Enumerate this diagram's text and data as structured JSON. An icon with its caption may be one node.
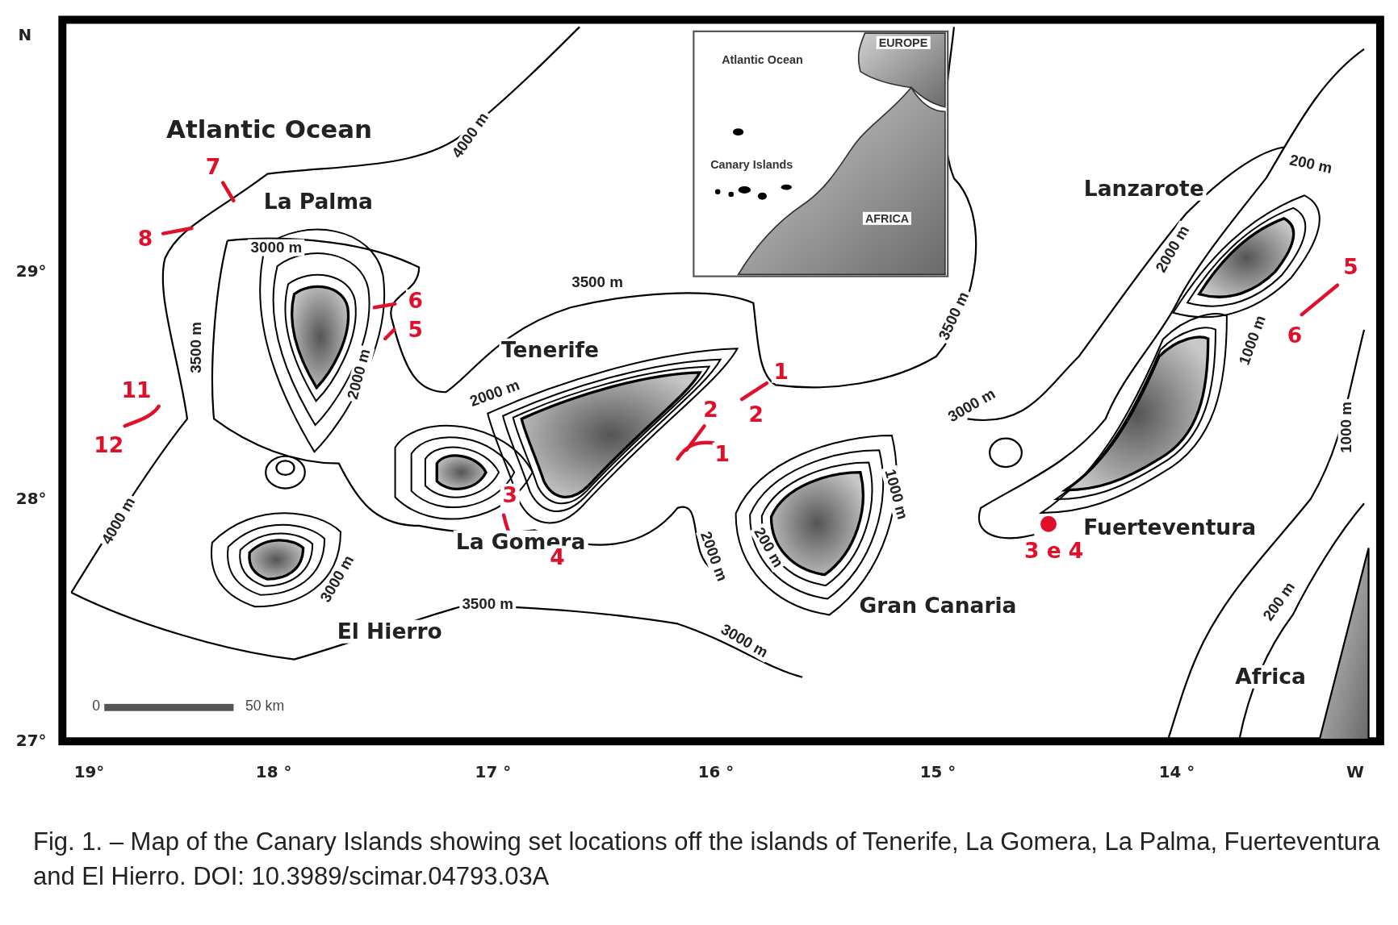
{
  "diagram": {
    "caption": "Fig. 1. – Map of the Canary Islands showing set locations off the islands of Tenerife, La Gomera, La Palma, Fuerteventura and El Hierro. DOI: 10.3989/scimar.04793.03A",
    "labels": [
      "N",
      "Atlantic Ocean",
      "EUROPE",
      "Atlantic Ocean",
      "4000 m",
      "Canary Islands",
      "7",
      "200 m",
      "La Palma",
      "Lanzarote",
      "AFRICA",
      "8",
      "3000 m",
      "2000 m",
      "29°",
      "3500 m",
      "5",
      "6",
      "3500 m",
      "5",
      "1000 m",
      "6",
      "3500 m",
      "Tenerife",
      "2000 m",
      "1",
      "11",
      "2000 m",
      "3000 m",
      "2",
      "2",
      "1000 m",
      "12",
      "1",
      "1000 m",
      "28°",
      "3",
      "4000 m",
      "Fuerteventura",
      "3 e 4",
      "La Gomera",
      "2000 m",
      "200 m",
      "4",
      "3000 m",
      "Gran Canaria",
      "3500 m",
      "200 m",
      "El Hierro",
      "3000 m",
      "Africa",
      "0",
      "50 km",
      "27°",
      "19°",
      "18 °",
      "17 °",
      "16 °",
      "15 °",
      "14 °",
      "W"
    ]
  }
}
